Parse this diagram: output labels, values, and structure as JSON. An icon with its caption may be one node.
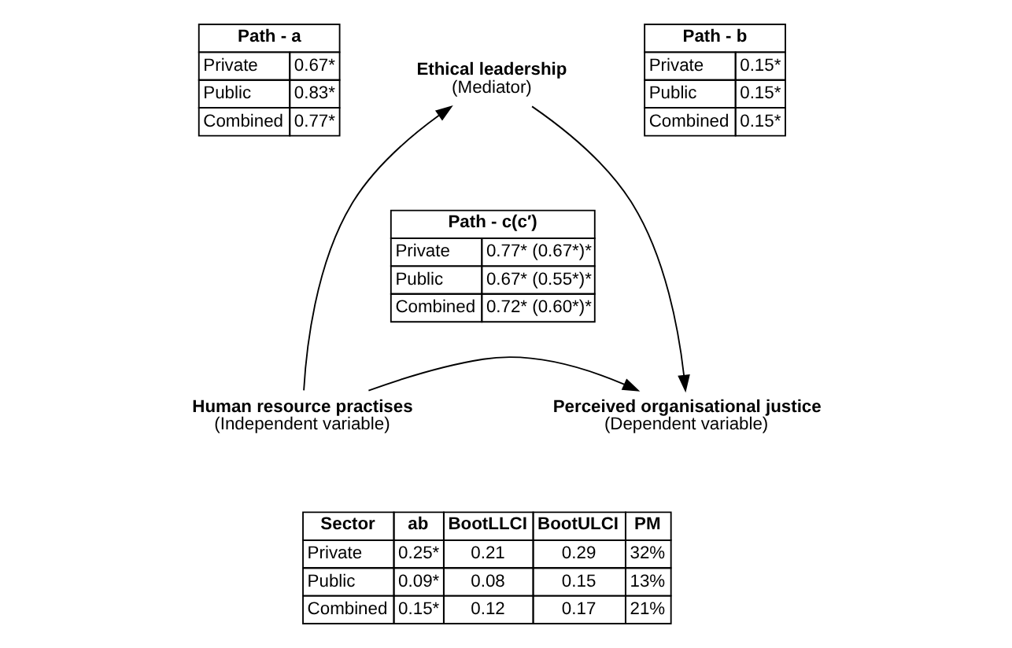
{
  "diagram": {
    "nodes": [
      {
        "text": [
          "Ethical leadership",
          "(Mediator)"
        ]
      },
      {
        "text": [
          "Human resource practises",
          "(Independent variable)"
        ]
      },
      {
        "text": [
          "Perceived organisational justice",
          "(Dependent variable)"
        ]
      }
    ],
    "edges": [
      {
        "from": 1,
        "to": 0,
        "arrow": "to"
      },
      {
        "from": 0,
        "to": 2,
        "arrow": "to"
      },
      {
        "from": 1,
        "to": 2,
        "arrow": "to"
      }
    ],
    "labels": [
      "Path - a",
      "Private",
      "0.67*",
      "Public",
      "0.83*",
      "Combined",
      "0.77*",
      "Path - b",
      "Private",
      "0.15*",
      "Public",
      "0.15*",
      "Combined",
      "0.15*",
      "Path - c(c′)",
      "Private",
      "0.77* (0.67*)*",
      "Public",
      "0.67* (0.55*)*",
      "Combined",
      "0.72* (0.60*)*",
      "Sector",
      "ab",
      "BootLLCI",
      "BootULCI",
      "PM",
      "Private",
      "0.25*",
      "0.21",
      "0.29",
      "32%",
      "Public",
      "0.09*",
      "0.08",
      "0.15",
      "13%",
      "Combined",
      "0.15*",
      "0.12",
      "0.17",
      "21%"
    ]
  }
}
